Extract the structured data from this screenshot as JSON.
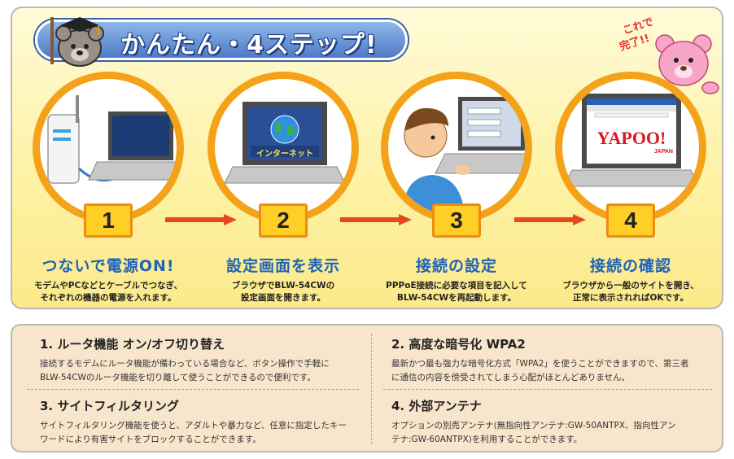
{
  "banner": {
    "title": "かんたん・4ステップ!"
  },
  "done_badge": {
    "text": "これで完了!!"
  },
  "steps": [
    {
      "number": "1",
      "title": "つないで電源ON!",
      "desc_line1": "モデムやPCなどとケーブルでつなぎ、",
      "desc_line2": "それぞれの機器の電源を入れます。"
    },
    {
      "number": "2",
      "title": "設定画面を表示",
      "desc_line1": "ブラウザでBLW-54CWの",
      "desc_line2": "設定画面を開きます。",
      "screen_label": "インターネット"
    },
    {
      "number": "3",
      "title": "接続の設定",
      "desc_line1": "PPPoE接続に必要な項目を記入して",
      "desc_line2": "BLW-54CWを再起動します。"
    },
    {
      "number": "4",
      "title": "接続の確認",
      "desc_line1": "ブラウザから一般のサイトを開き、",
      "desc_line2": "正常に表示されればOKです。",
      "browser_logo": "YAPOO!",
      "browser_logo_sub": "JAPAN"
    }
  ],
  "features": [
    {
      "title": "1. ルータ機能 オン/オフ切り替え",
      "line1": "接続するモデムにルータ機能が備わっている場合など、ボタン操作で手軽に",
      "line2": "BLW-54CWのルータ機能を切り離して使うことができるので便利です。"
    },
    {
      "title": "2. 高度な暗号化 WPA2",
      "line1": "最新かつ最も強力な暗号化方式「WPA2」を使うことができますので、第三者",
      "line2": "に通信の内容を傍受されてしまう心配がほとんどありません。"
    },
    {
      "title": "3. サイトフィルタリング",
      "line1": "サイトフィルタリング機能を使うと、アダルトや暴力など、任意に指定したキー",
      "line2": "ワードにより有害サイトをブロックすることができます。"
    },
    {
      "title": "4. 外部アンテナ",
      "line1": "オプションの別売アンテナ(無指向性アンテナ:GW-50ANTPX、指向性アン",
      "line2": "テナ:GW-60ANTPX)を利用することができます。"
    }
  ],
  "colors": {
    "accent_orange": "#f3a21a",
    "title_blue": "#1f63b7",
    "arrow_red": "#e8481d",
    "number_yellow": "#ffcf26"
  }
}
